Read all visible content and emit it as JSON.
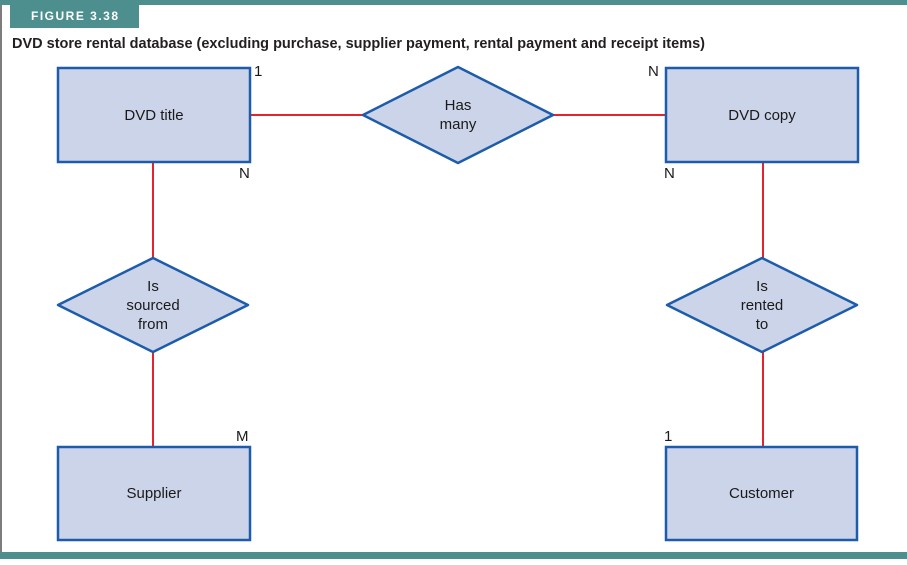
{
  "figure": {
    "label": "FIGURE 3.38",
    "caption": "DVD store rental database (excluding purchase, supplier payment, rental payment and receipt items)"
  },
  "diagram": {
    "entities": {
      "dvd_title": "DVD title",
      "dvd_copy": "DVD copy",
      "supplier": "Supplier",
      "customer": "Customer"
    },
    "relationships": {
      "has_many": "Has\nmany",
      "is_sourced_from": "Is\nsourced\nfrom",
      "is_rented_to": "Is\nrented\nto"
    },
    "cardinalities": {
      "dvd_title_to_has_many": "1",
      "dvd_title_to_is_sourced_from": "N",
      "dvd_copy_to_has_many": "N",
      "dvd_copy_to_is_rented_to": "N",
      "supplier_to_is_sourced_from": "M",
      "customer_to_is_rented_to": "1"
    },
    "colors": {
      "accent_teal": "#4d8f8e",
      "entity_fill": "#ccd4e9",
      "entity_border": "#1d5cab",
      "connector_red": "#e5232e",
      "text": "#1a1a1a"
    }
  }
}
